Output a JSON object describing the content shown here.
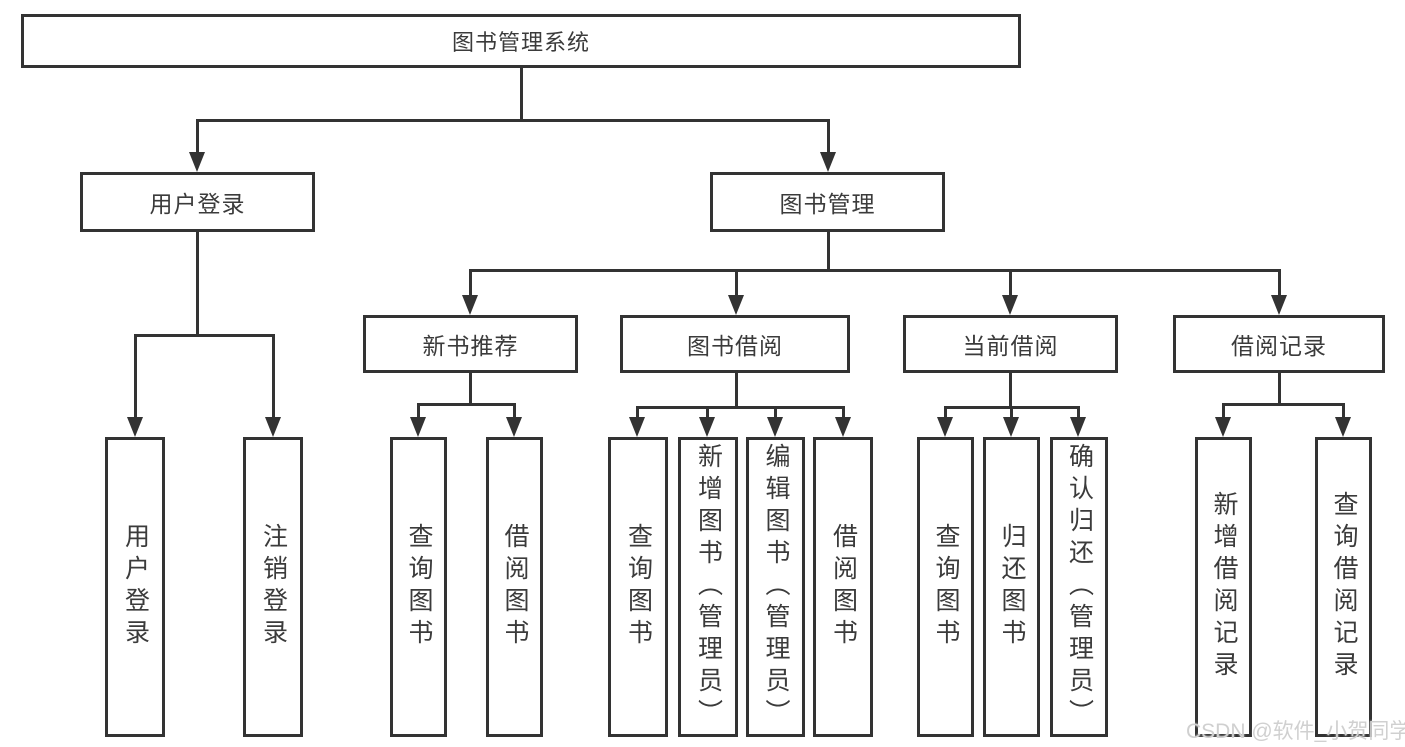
{
  "diagram": {
    "type": "tree",
    "tree": {
      "root": {
        "label": "图书管理系统"
      },
      "branches": [
        {
          "label": "用户登录",
          "children": [
            {
              "label": "用户登录"
            },
            {
              "label": "注销登录"
            }
          ]
        },
        {
          "label": "图书管理",
          "children": [
            {
              "label": "新书推荐",
              "children": [
                {
                  "label": "查询图书"
                },
                {
                  "label": "借阅图书"
                }
              ]
            },
            {
              "label": "图书借阅",
              "children": [
                {
                  "label": "查询图书"
                },
                {
                  "label": "新增图书（管理员）"
                },
                {
                  "label": "编辑图书（管理员）"
                },
                {
                  "label": "借阅图书"
                }
              ]
            },
            {
              "label": "当前借阅",
              "children": [
                {
                  "label": "查询图书"
                },
                {
                  "label": "归还图书"
                },
                {
                  "label": "确认归还（管理员）"
                }
              ]
            },
            {
              "label": "借阅记录",
              "children": [
                {
                  "label": "新增借阅记录"
                },
                {
                  "label": "查询借阅记录"
                }
              ]
            }
          ]
        }
      ]
    }
  },
  "watermark": {
    "text": "CSDN @软件_小贺同学"
  },
  "colors": {
    "line": "#333333",
    "box_border": "#333333",
    "box_background": "#ffffff",
    "text": "#3b3b3b",
    "page_background": "#ffffff",
    "watermark_text": "#d0d0d0"
  }
}
